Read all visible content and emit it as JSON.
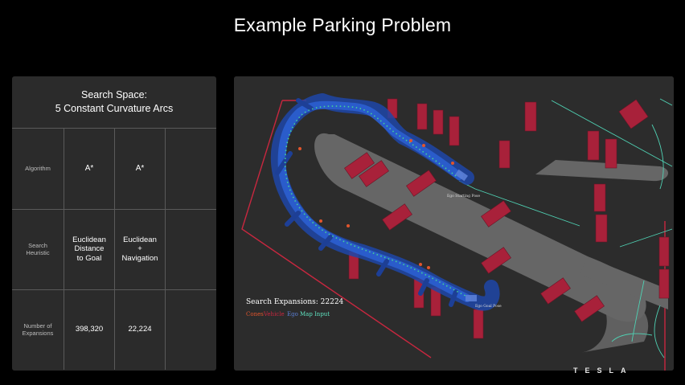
{
  "slide": {
    "title": "Example Parking Problem",
    "brand": "TESLA"
  },
  "table": {
    "header_line1": "Search Space:",
    "header_line2": "5 Constant Curvature Arcs",
    "rows": [
      {
        "label": [
          "Algorithm"
        ],
        "col1": [
          "A*"
        ],
        "col2": [
          "A*"
        ]
      },
      {
        "label": [
          "Search",
          "Heuristic"
        ],
        "col1": [
          "Euclidean",
          "Distance",
          "to Goal"
        ],
        "col2": [
          "Euclidean",
          "+",
          "Navigation"
        ]
      },
      {
        "label": [
          "Number of",
          "Expansions"
        ],
        "col1": [
          "398,320"
        ],
        "col2": [
          "22,224"
        ]
      }
    ]
  },
  "map": {
    "search_expansions_label": "Search Expansions: 22224",
    "legend": [
      {
        "text": "Cones",
        "color": "#e2552c"
      },
      {
        "text": "Vehicle",
        "color": "#c8273f"
      },
      {
        "text": "Ego",
        "color": "#5b7fd6"
      },
      {
        "text": "Map Input",
        "color": "#5fe3c0"
      }
    ],
    "ego_start_label": "Ego Starting Pose",
    "ego_goal_label": "Ego Goal Pose",
    "colors": {
      "background": "#2c2c2c",
      "road": "#666666",
      "vehicle": "#a8213a",
      "cone": "#e2552c",
      "search": "#1f47a8",
      "path": "#43d29a",
      "map_input": "#4fd1b3",
      "boundary": "#c8273f"
    }
  }
}
